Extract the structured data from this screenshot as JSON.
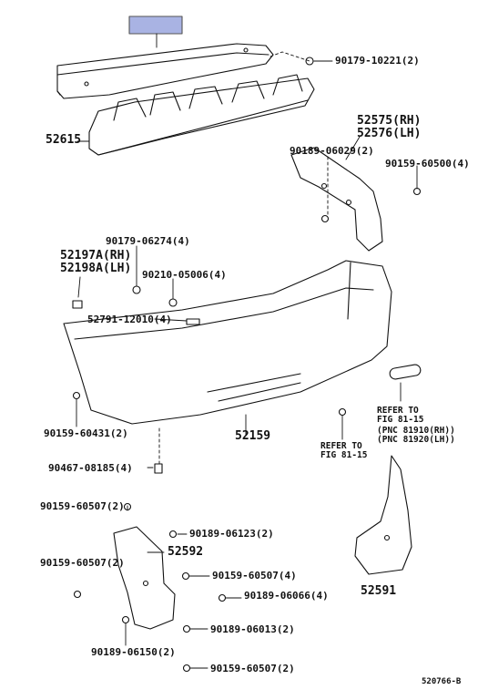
{
  "diagram_id": "520766-B",
  "highlight_color": "#a9b3e3",
  "parts": {
    "reinforcement": "52615",
    "retainer_rh": "52575(RH)",
    "retainer_lh": "52576(LH)",
    "side_rh": "52197A(RH)",
    "side_lh": "52198A(LH)",
    "stud": "52791-12010(4)",
    "bumper_cover": "52159",
    "lower_bracket": "52592",
    "extension": "52591"
  },
  "fasteners": {
    "nut_top": "90179-10221(2)",
    "bolt_retainer": "90189-06029(2)",
    "screw_right": "90159-60500(4)",
    "nut_side": "90179-06274(4)",
    "washer": "90210-05006(4)",
    "screw_side": "90159-60431(2)",
    "clip": "90467-08185(4)",
    "screw_a": "90159-60507(2)",
    "bolt_a": "90189-06123(2)",
    "screw_b": "90159-60507(2)",
    "screw_c": "90159-60507(4)",
    "bolt_b": "90189-06066(4)",
    "bolt_c": "90189-06013(2)",
    "bolt_d": "90189-06150(2)",
    "screw_d": "90159-60507(2)"
  },
  "refs": {
    "ref_right_line1": "REFER TO",
    "ref_right_line2": "FIG 81-15",
    "pnc_rh": "(PNC 81910(RH))",
    "pnc_lh": "(PNC 81920(LH))",
    "ref_center_line1": "REFER TO",
    "ref_center_line2": "FIG 81-15"
  }
}
